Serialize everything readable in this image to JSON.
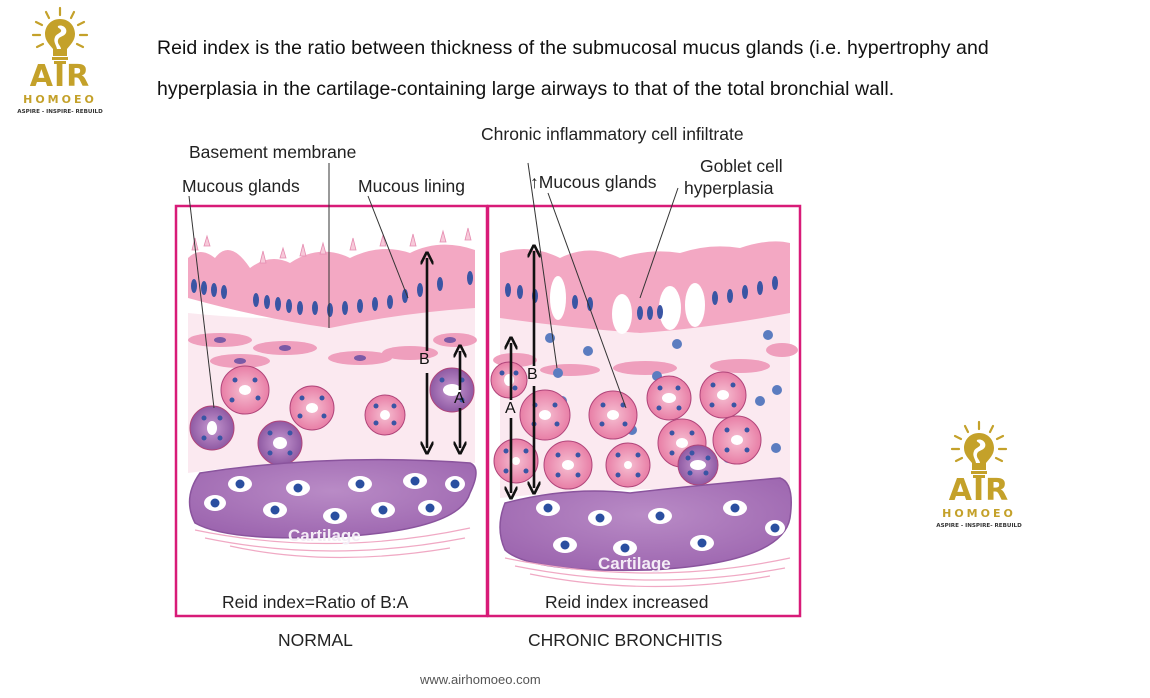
{
  "brand": {
    "name": "AIR",
    "subname": "HOMOEO",
    "tagline": "ASPIRE - INSPIRE- REBUILD",
    "color": "#c4a12a"
  },
  "intro": {
    "text": "Reid index is the ratio between thickness of the submucosal mucus glands (i.e. hypertrophy and hyperplasia in the cartilage-containing large airways to that of the total bronchial wall."
  },
  "diagram": {
    "frame_color": "#d81b78",
    "normal": {
      "title": "NORMAL",
      "caption": "Reid index=Ratio of B:A",
      "cartilage_label": "Cartilage",
      "labels": {
        "basement_membrane": "Basement membrane",
        "mucous_glands": "Mucous glands",
        "mucous_lining": "Mucous lining"
      },
      "measure_b": "B",
      "measure_a": "A"
    },
    "chronic": {
      "title": "CHRONIC BRONCHITIS",
      "caption": "Reid index increased",
      "cartilage_label": "Cartilage",
      "labels": {
        "inflammatory_infiltrate": "Chronic inflammatory cell infiltrate",
        "mucous_glands": "↑Mucous glands",
        "goblet_line1": "Goblet cell",
        "goblet_line2": "hyperplasia"
      },
      "measure_b": "B",
      "measure_a": "A"
    }
  },
  "footer": {
    "url": "www.airhomoeo.com"
  }
}
